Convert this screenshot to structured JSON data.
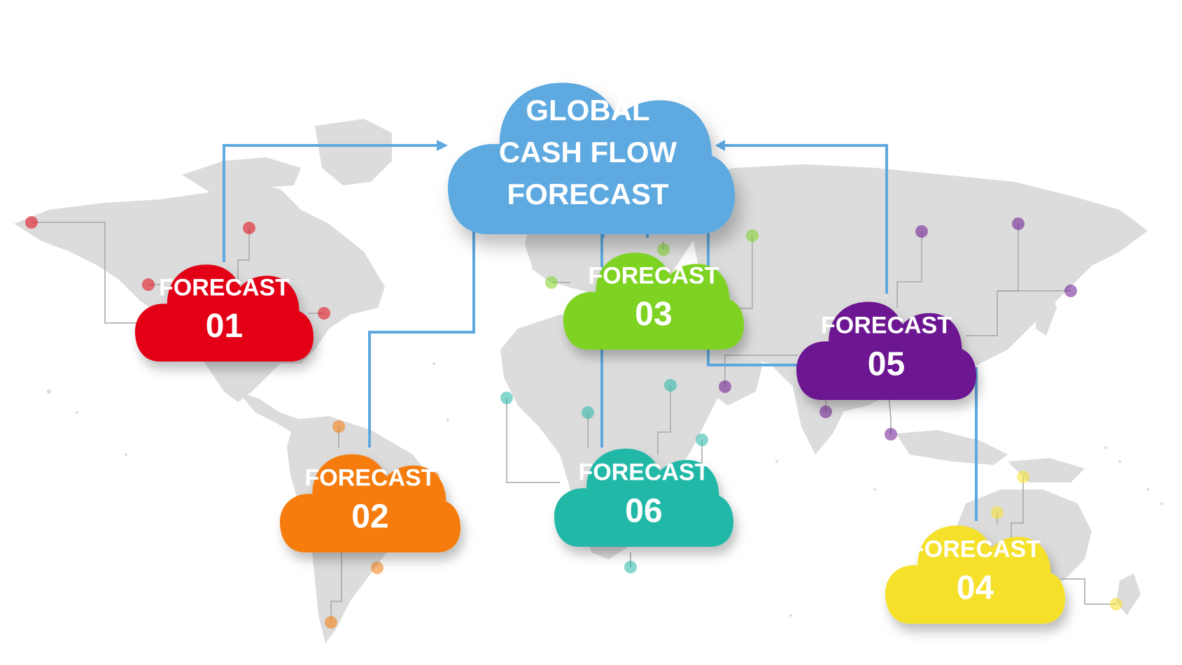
{
  "diagram": {
    "main": {
      "lines": [
        "GLOBAL",
        "CASH FLOW",
        "FORECAST"
      ],
      "color": "#5DA9E0"
    },
    "link_color": "#5DA9E0",
    "leader_color": "#A6A6A6",
    "map_color": "#DCDCDC",
    "forecasts": [
      {
        "id": "01",
        "label": "FORECAST",
        "number": "01",
        "color": "#E30613"
      },
      {
        "id": "02",
        "label": "FORECAST",
        "number": "02",
        "color": "#F57B0A"
      },
      {
        "id": "03",
        "label": "FORECAST",
        "number": "03",
        "color": "#7ED321"
      },
      {
        "id": "04",
        "label": "FORECAST",
        "number": "04",
        "color": "#F5E12A"
      },
      {
        "id": "05",
        "label": "FORECAST",
        "number": "05",
        "color": "#6C1491"
      },
      {
        "id": "06",
        "label": "FORECAST",
        "number": "06",
        "color": "#23B8A8"
      }
    ]
  }
}
